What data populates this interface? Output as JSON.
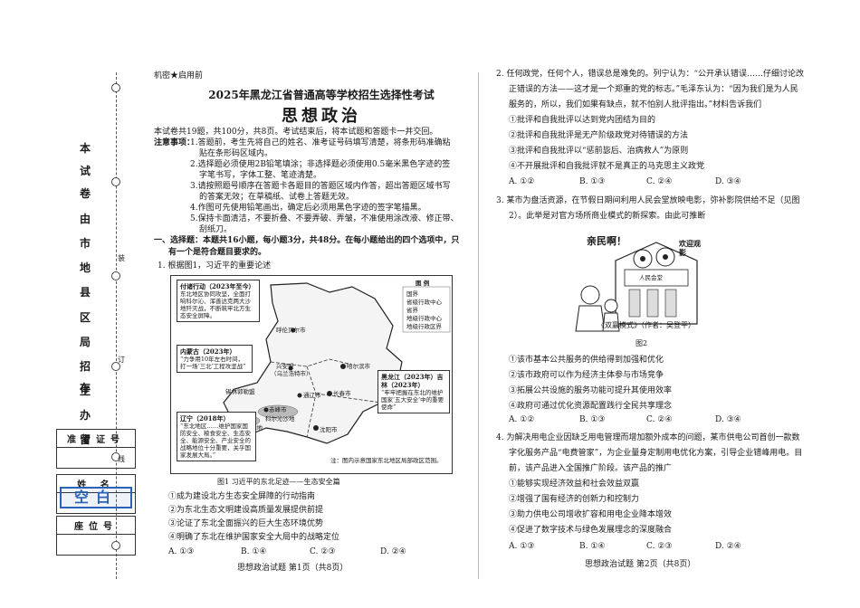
{
  "binding": {
    "side_chars": [
      "本",
      "试",
      "卷",
      "由",
      "市",
      "地",
      "县",
      "区",
      "局",
      "招",
      "生",
      "办",
      "留",
      "存"
    ],
    "cut_marks": [
      "装",
      "订",
      "线"
    ],
    "exam_id_label": "准考证号",
    "name_label": "姓 名",
    "stamp": "空白",
    "seat_label": "座位号"
  },
  "page1": {
    "secret": "机密★启用前",
    "title": "2025年黑龙江省普通高等学校招生选择性考试",
    "subject": "思想政治",
    "intro": "本试卷共19题，共100分，共8页。考试结束后，将本试题和答题卡一并交回。",
    "notice_label": "注意事项：",
    "notices": [
      "1.答题前，考生先将自己的姓名、准考证号码填写清楚，将条形码准确粘",
      "贴在条形码区域内。",
      "2.选择题必须使用2B铅笔填涂；非选择题必须使用0.5毫米黑色字迹的签",
      "字笔书写，字体工整、笔迹清楚。",
      "3.请按照题号顺序在答题卡各题目的答题区域内作答，超出答题区域书写",
      "的答案无效；在草稿纸、试卷上答题无效。",
      "4.作图可先使用铅笔画出，确定后必须用黑色字迹的签字笔描黑。",
      "5.保持卡面清洁，不要折叠、不要弄破、弄皱，不准使用涂改液、修正带、",
      "刮纸刀。"
    ],
    "section": "一、选择题：本题共16小题，每小题3分，共48分。在每小题给出的四个选项中，只",
    "section_cont": "有一个是符合题目要求的。",
    "q1": "1. 根据图1，习近平的重要论述",
    "figure": {
      "caption": "图1  习近平的东北足迹——生态安全篇",
      "legend_title": "图 例",
      "legend": [
        "国界",
        "省级行政中心",
        "省界",
        "地级行政中心",
        "地级行政区界"
      ],
      "note": "注：图内示意国家东北地区局部政区范围。",
      "cities": [
        "呼伦贝尔市",
        "哈尔滨市",
        "长春市",
        "沈阳市",
        "通辽市",
        "锡林郭勒盟",
        "赤峰市",
        "兴安盟",
        "科尔沁沙地",
        "浑善达克沙地"
      ],
      "callouts": [
        {
          "title": "付诸行动（2023年至今）",
          "body": "东北地区协同攻坚，全面打响科尔沁、浑善达克两大沙地歼灭战，不断筑牢北方生态安全屏障。"
        },
        {
          "title": "内蒙古（2023年）",
          "body": "“力争用10年左右时间，打一场‘三北’工程攻坚战”"
        },
        {
          "title": "黑龙江（2023年）吉林（2023年）",
          "body": "“牢牢把握在东北的维护国家‘五大安全’中的重要使命”"
        },
        {
          "title": "辽宁（2018年）",
          "body": "“东北地区……维护国家国防安全、粮食安全、生态安全、能源安全、产业安全的战略地位十分重要，关乎国家发展大局。”"
        }
      ],
      "sub_label": "（乌兰浩特市）"
    },
    "options_text": [
      "①成为建设北方生态安全屏障的行动指南",
      "②为东北生态文明建设高质量发展提供前提",
      "③论证了东北全面振兴的巨大生态环境优势",
      "④明确了东北在维护国家安全大局中的战略定位"
    ],
    "choices": [
      "A. ①③",
      "B. ①④",
      "C. ②③",
      "D. ②④"
    ],
    "footer": "思想政治试题  第1页（共8页）"
  },
  "page2": {
    "q2_lines": [
      "2. 任何政党，任何个人，错误总是难免的。列宁认为：“公开承认错误……仔细讨论改",
      "正错误的方法——这才是一个郑重的党的标志。”毛泽东认为：“因为我们是为人民",
      "服务的，所以，我们如果有缺点，就不怕别人批评指出。”材料告诉我们"
    ],
    "q2_options": [
      "①批评和自我批评以达到党内团结为目的",
      "②批评和自我批评是无产阶级政党对待错误的方法",
      "③批评和自我批评以“惩前毖后、治病救人”为原则",
      "④不开展批评和自我批评就不是真正的马克思主义政党"
    ],
    "q2_choices": [
      "A. ①②",
      "B. ①③",
      "C. ②④",
      "D. ③④"
    ],
    "q3_lines": [
      "3. 某市为盘活资源，在节假日期间利用人民会堂放映电影，弥补影院供给不足（见图",
      "2）。此举是对官方场所商业模式的新探索。由此可推断"
    ],
    "cartoon_caption": "《双赢模式》（作者：吴登平）",
    "cartoon_text": [
      "亲民啊！",
      "欢迎观影",
      "人民会堂"
    ],
    "fig2": "图2",
    "q3_options": [
      "①该市基本公共服务的供给得到加强和优化",
      "②该市政府可以作为经济主体参与市场竞争",
      "③拓展公共设施的服务功能可提升其使用效率",
      "④政府可通过优化资源配置践行全民共享理念"
    ],
    "q3_choices": [
      "A. ①②",
      "B. ①③",
      "C. ②④",
      "D. ③④"
    ],
    "q4_lines": [
      "4. 为解决用电企业因缺乏用电管理而增加额外成本的问题，某市供电公司首创一款数",
      "字化服务产品“电费管家”，为企业量身定制用电优化方案，引导企业错峰用电。目",
      "前，该产品进入全国推广阶段。该产品的推广"
    ],
    "q4_options": [
      "①能够实现经济效益和社会效益双赢",
      "②增强了国有经济的创新力和控制力",
      "③助力供电公司增收扩容和用电企业降本增效",
      "④促进了数字技术与绿色发展理念的深度融合"
    ],
    "q4_choices": [
      "A. ①③",
      "B. ①④",
      "C. ②③",
      "D. ②④"
    ],
    "footer": "思想政治试题  第2页（共8页）"
  }
}
